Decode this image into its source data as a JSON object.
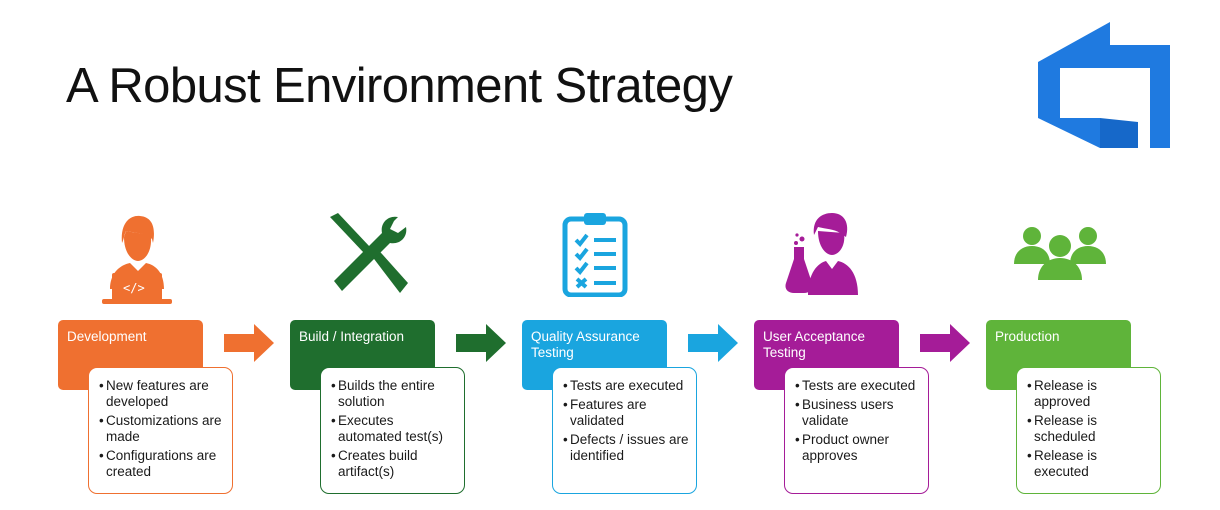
{
  "title": "A Robust Environment Strategy",
  "logo": {
    "icon": "azure-devops-logo",
    "color": "#1f7ae0"
  },
  "stages": [
    {
      "label": "Development",
      "color": "#ef7030",
      "icon": "developer-laptop-icon",
      "items": [
        "New features are developed",
        "Customizations are made",
        "Configurations are created"
      ]
    },
    {
      "label": "Build / Integration",
      "color": "#1f6e2e",
      "icon": "tools-wrench-screwdriver-icon",
      "items": [
        "Builds the entire solution",
        "Executes automated test(s)",
        "Creates build artifact(s)"
      ]
    },
    {
      "label": "Quality Assurance Testing",
      "color": "#1aa5df",
      "icon": "clipboard-checklist-icon",
      "items": [
        "Tests are executed",
        "Features are validated",
        "Defects / issues are identified"
      ]
    },
    {
      "label": "User Acceptance Testing",
      "color": "#a51c98",
      "icon": "scientist-flask-icon",
      "items": [
        "Tests are executed",
        "Business users validate",
        "Product owner approves"
      ]
    },
    {
      "label": "Production",
      "color": "#5fb43a",
      "icon": "users-group-icon",
      "items": [
        "Release is approved",
        "Release is scheduled",
        "Release is executed"
      ]
    }
  ]
}
